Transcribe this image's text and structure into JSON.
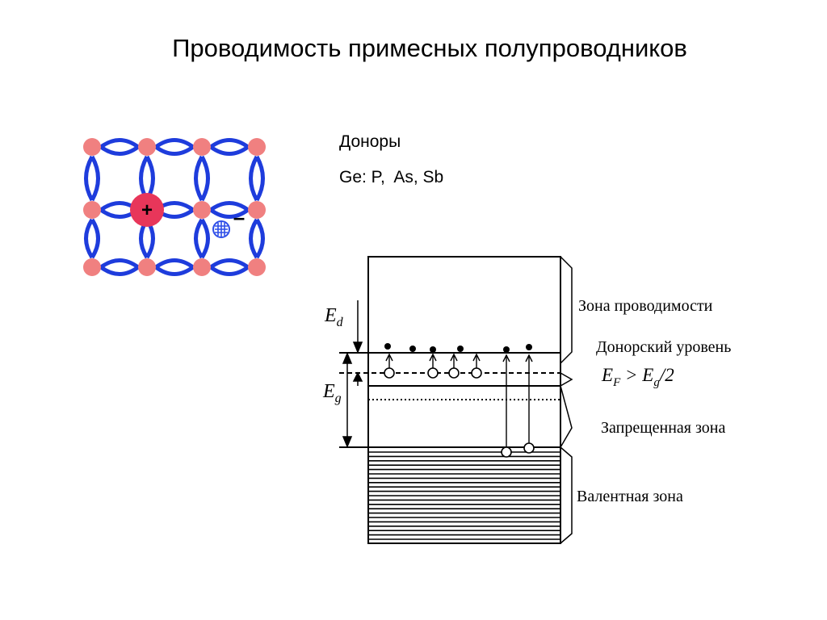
{
  "slide": {
    "title": "Проводимость примесных полупроводников",
    "donors_heading": "Доноры",
    "donors_list": "Ge: P,  As, Sb"
  },
  "lattice": {
    "ion_charge": "+",
    "electron_charge": "–",
    "colors": {
      "atom": "#f08080",
      "bond": "#1e3cdc",
      "donor_ion": "#e8365a",
      "electron": "#2f4fe8"
    }
  },
  "band_diagram": {
    "ed_label": "E",
    "ed_sub": "d",
    "eg_label": "E",
    "eg_sub": "g",
    "ef_label_pre": "E",
    "ef_label_sub": "F",
    "ef_label_mid": " > E",
    "ef_label_sub2": "g",
    "ef_label_post": "/2",
    "conduction_band": "Зона проводимости",
    "donor_level": "Донорский уровень",
    "forbidden_zone": "Запрещенная зона",
    "valence_band": "Валентная зона"
  }
}
